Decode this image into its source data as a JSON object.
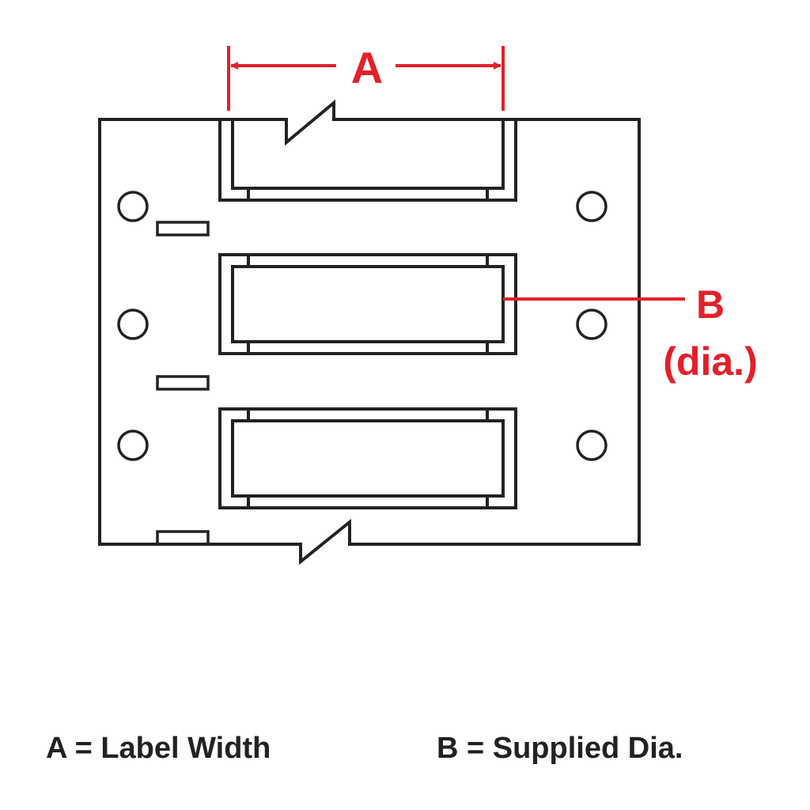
{
  "dimensions": {
    "a_label": "A",
    "b_label": "B",
    "b_sublabel": "(dia.)"
  },
  "legend": {
    "a_text": "A = Label Width",
    "b_text": "B = Supplied Dia."
  },
  "colors": {
    "outline": "#222222",
    "dimension": "#e3202a",
    "background": "#ffffff"
  }
}
